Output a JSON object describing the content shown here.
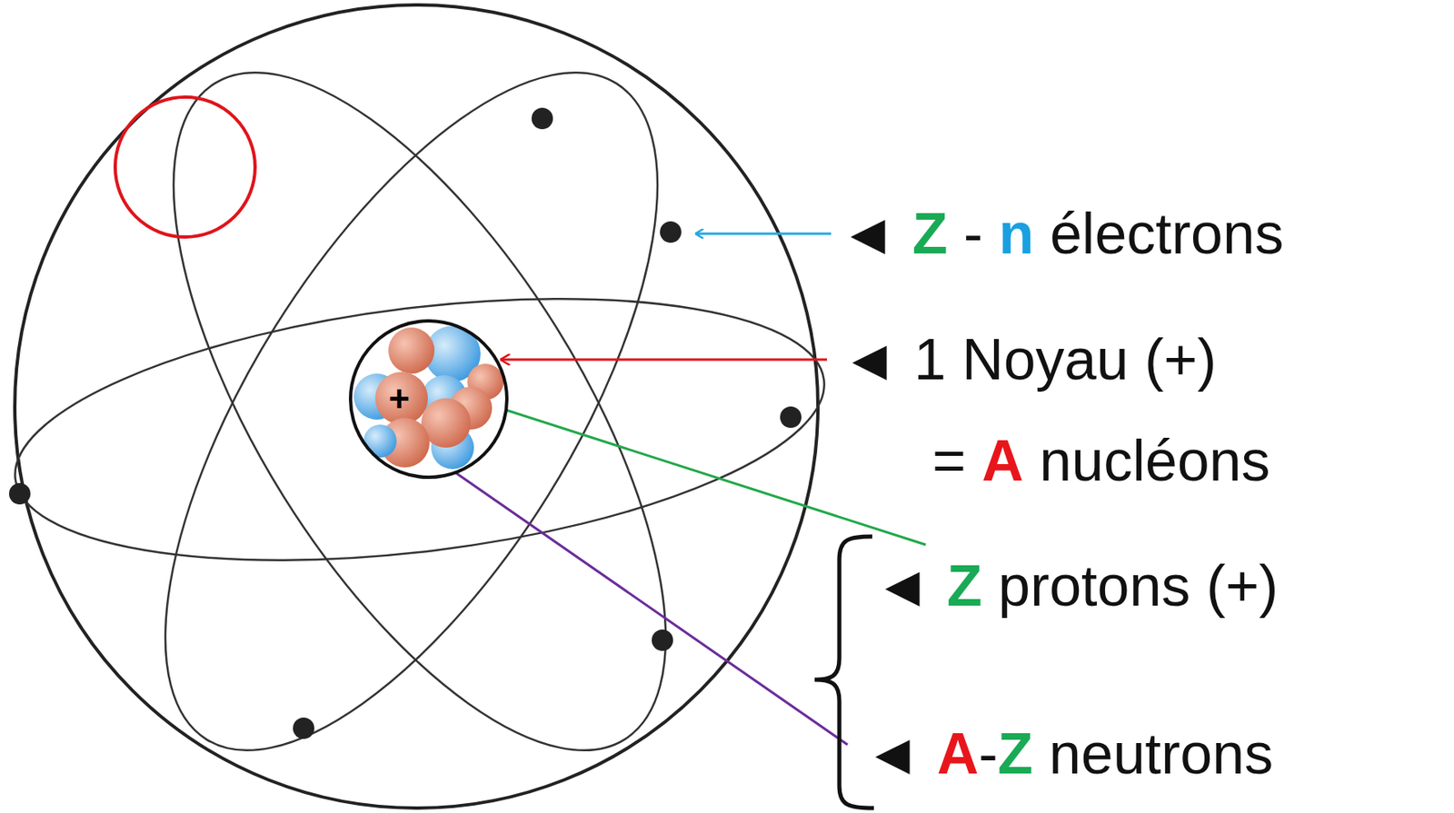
{
  "diagram": {
    "nodes": [
      {
        "text": [
          "+"
        ]
      }
    ],
    "labels": [
      "◄ Z - n électrons",
      "◄ 1 Noyau (+)",
      "= A nucléons",
      "◄ Z protons (+)",
      "◄ A-Z neutrons"
    ]
  }
}
